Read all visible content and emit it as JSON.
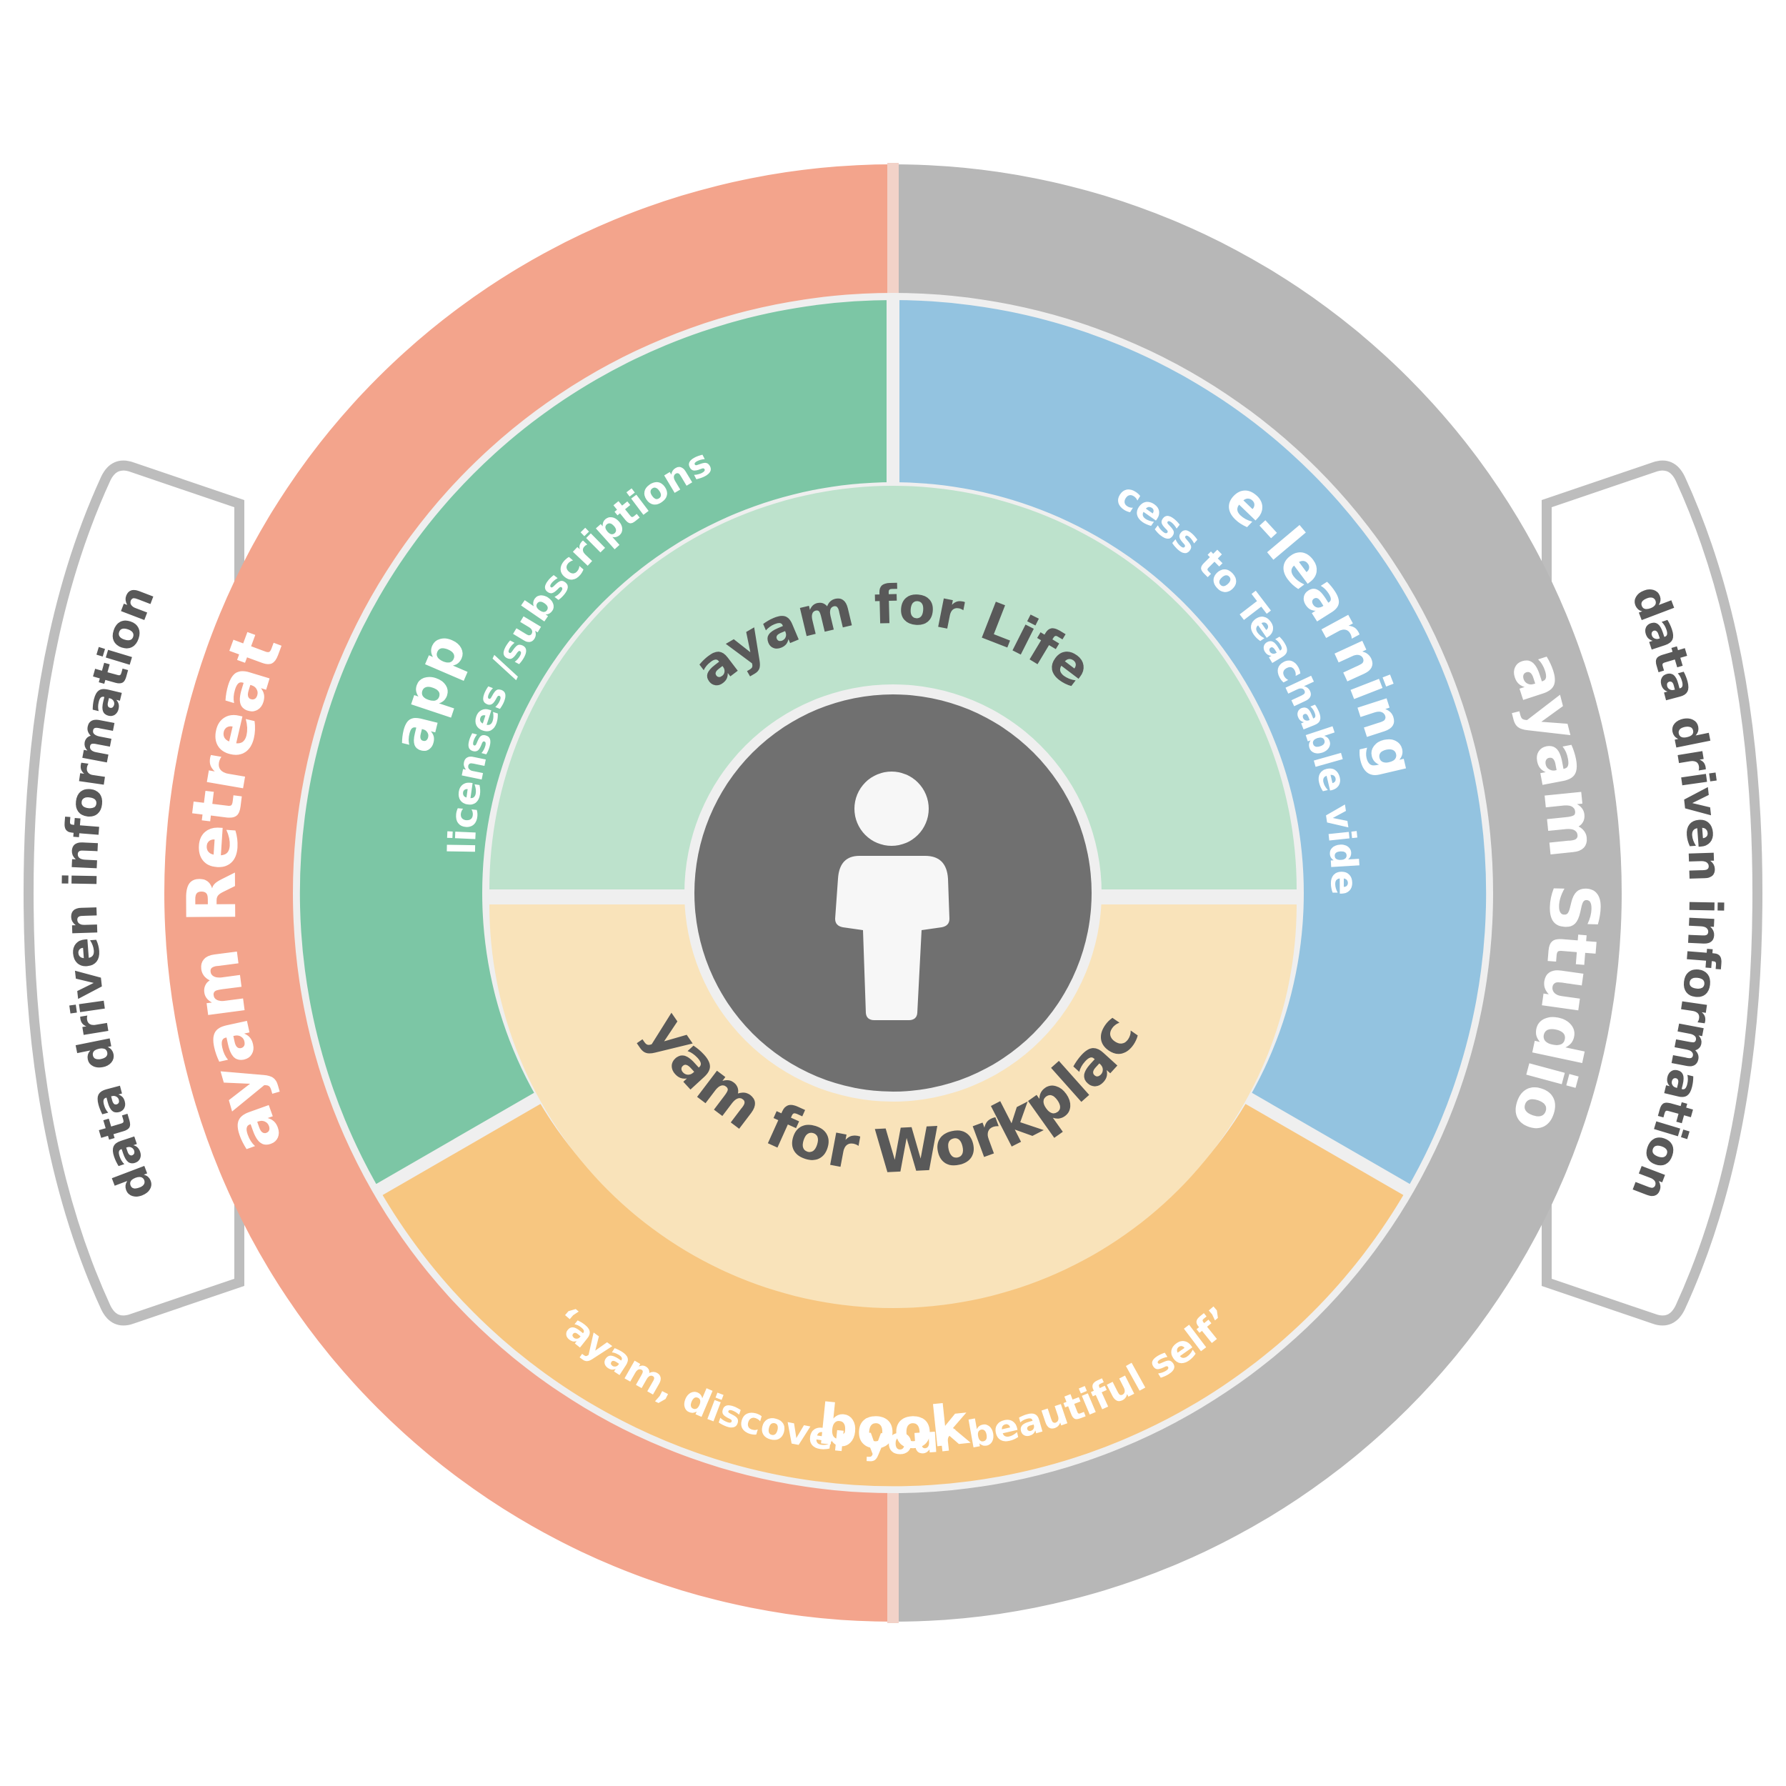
{
  "colors": {
    "retreat": "#F3A48C",
    "studio": "#B7B7B7",
    "app": "#7CC6A5",
    "elearning": "#93C3E0",
    "book": "#F7C680",
    "life": "#BDE2CC",
    "workplace": "#F9E3BA",
    "core": "#707070",
    "border": "#EFEFEF",
    "tab_border": "#BDBDBD",
    "dark_text": "#595959",
    "light_text": "#FFFFFF"
  },
  "outer_ring": {
    "left_label": "ayam Retreat",
    "right_label": "ayam Studio"
  },
  "side_tabs": {
    "left_label": "data driven information",
    "right_label": "data driven information"
  },
  "middle_ring": {
    "app": {
      "title": "app",
      "subtitle": "licenses /subscriptions"
    },
    "elearning": {
      "title": "e-learning",
      "subtitle": "access to Teachable videos"
    },
    "book": {
      "title": "book",
      "subtitle": "‘ayam, discover your beautiful self’"
    }
  },
  "inner_ring": {
    "top_label": "ayam for Life",
    "bottom_label": "ayam for Workplace"
  },
  "center": {
    "icon": "person-icon"
  }
}
